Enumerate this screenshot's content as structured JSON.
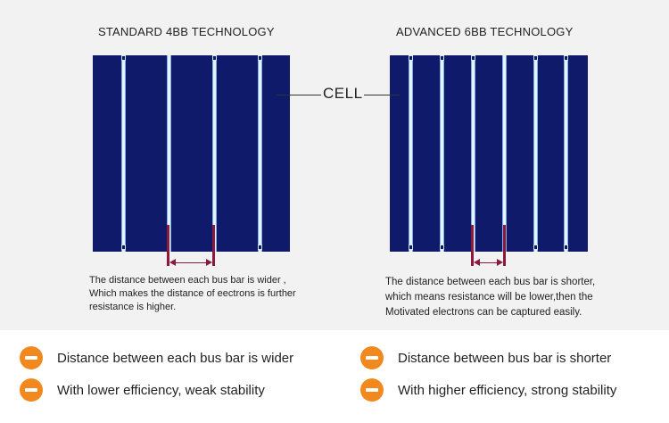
{
  "titles": {
    "left": "STANDARD 4BB TECHNOLOGY",
    "right": "ADVANCED 6BB TECHNOLOGY"
  },
  "cell_label": "CELL",
  "cells": {
    "left": {
      "busbar_count": 4,
      "color": "#0f1a6b"
    },
    "right": {
      "busbar_count": 6,
      "color": "#0f1a6b"
    }
  },
  "descriptions": {
    "left": [
      "The distance between each bus bar is wider ,",
      "Which makes the distance of eectrons is further",
      "resistance is higher."
    ],
    "right": [
      "The distance between each bus bar is shorter,",
      "which means resistance will be lower,then the",
      "Motivated electrons can be captured easily."
    ]
  },
  "features": {
    "left": [
      {
        "icon": "minus-icon",
        "text": "Distance between each bus bar is wider"
      },
      {
        "icon": "minus-icon",
        "text": "With lower efficiency, weak stability"
      }
    ],
    "right": [
      {
        "icon": "minus-icon",
        "text": "Distance between bus bar is shorter"
      },
      {
        "icon": "minus-icon",
        "text": "With higher efficiency, strong stability"
      }
    ]
  },
  "colors": {
    "cell": "#0f1a6b",
    "busbar": "#e7f4ff",
    "marker": "#8b1a3c",
    "icon": "#f2891f",
    "panel_bg": "#f3f2f2"
  }
}
